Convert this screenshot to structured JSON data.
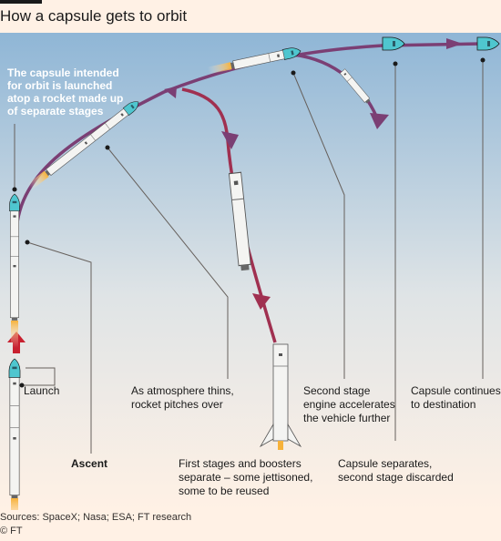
{
  "header": {
    "title": "How a capsule gets to orbit"
  },
  "diagram": {
    "labels": {
      "capsule_intro": [
        "The capsule intended",
        "for orbit is launched",
        "atop a rocket made up",
        "of separate stages"
      ],
      "launch": [
        "Launch"
      ],
      "ascent": [
        "Ascent"
      ],
      "pitch": [
        "As atmosphere thins,",
        "rocket pitches over"
      ],
      "first_stage": [
        "First stages and boosters",
        "separate – some jettisoned,",
        "some to be reused"
      ],
      "second_stage": [
        "Second stage",
        "engine accelerates",
        "the vehicle further"
      ],
      "capsule_sep": [
        "Capsule separates,",
        "second stage discarded"
      ],
      "capsule_cont": [
        "Capsule continues",
        "to destination"
      ]
    },
    "colors": {
      "sky_top": "#8fb6d6",
      "sky_bottom": "#fff1e5",
      "trajectory": "#7b3f74",
      "booster_path": "#a03050",
      "launch_arrow": "#c8202f",
      "capsule": "#4fc6cf",
      "flame": "#f7b23a",
      "leader": "#66605c",
      "text": "#1a1a1a"
    }
  },
  "footer": {
    "sources": "Sources: SpaceX; Nasa; ESA; FT research",
    "credit": "© FT"
  }
}
